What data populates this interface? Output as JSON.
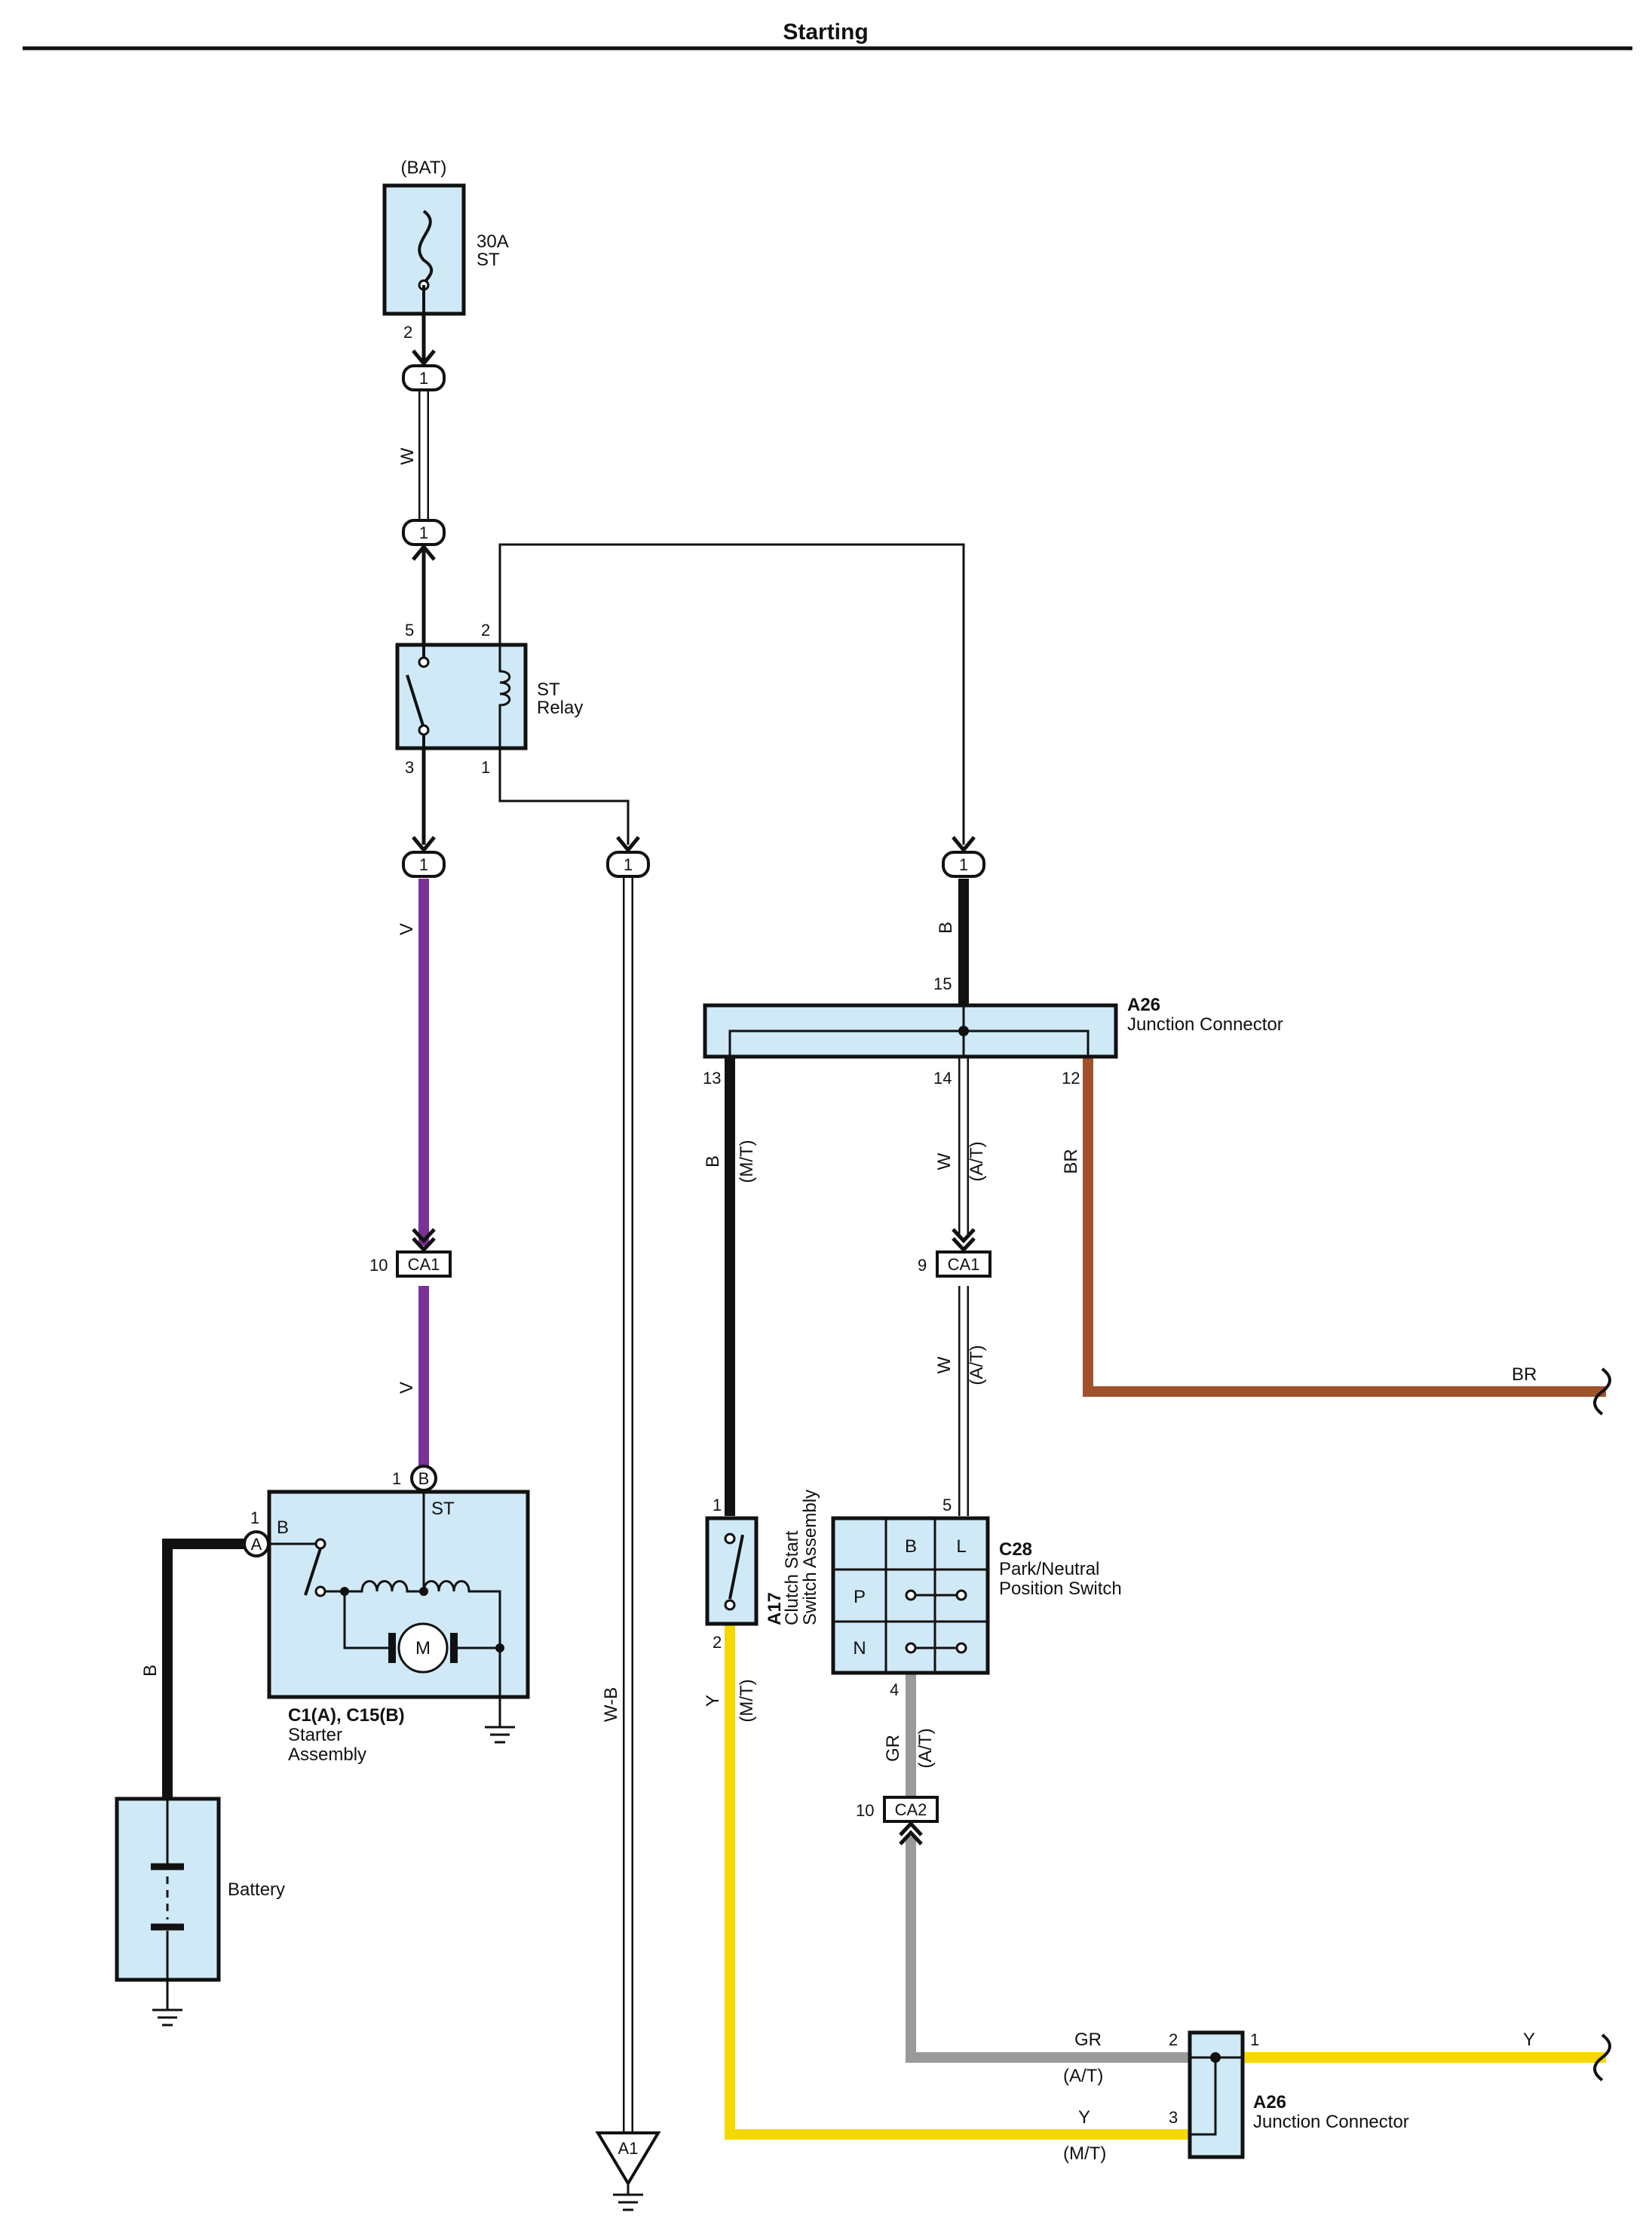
{
  "title": "Starting",
  "colors": {
    "W": "#ffffff",
    "B": "#111111",
    "V": "#7b3296",
    "BR": "#a0522d",
    "Y": "#f5d800",
    "GR": "#9a9a9a",
    "component_fill": "#cfe9f7"
  },
  "labels": {
    "bat": "(BAT)",
    "fuse_rating": "30A",
    "fuse_name": "ST",
    "relay_name_1": "ST",
    "relay_name_2": "Relay",
    "a26_code": "A26",
    "a26_name": "Junction Connector",
    "c28_code": "C28",
    "c28_name_1": "Park/Neutral",
    "c28_name_2": "Position Switch",
    "a17_code": "A17",
    "a17_name_1": "Clutch Start",
    "a17_name_2": "Switch Assembly",
    "starter_code": "C1(A), C15(B)",
    "starter_name_1": "Starter",
    "starter_name_2": "Assembly",
    "battery_name": "Battery",
    "a26b_code": "A26",
    "a26b_name": "Junction Connector",
    "ground_a1": "A1",
    "motor": "M",
    "starter_b": "B",
    "starter_st": "ST",
    "sw_b": "B",
    "sw_l": "L",
    "sw_p": "P",
    "sw_n": "N",
    "conn_a": "A",
    "conn_b": "B"
  },
  "connectors": {
    "ca1": "CA1",
    "ca2": "CA2",
    "one": "1"
  },
  "wires": {
    "w": "W",
    "v": "V",
    "b": "B",
    "wb": "W-B",
    "br": "BR",
    "y": "Y",
    "gr": "GR",
    "mt": "(M/T)",
    "at": "(A/T)"
  },
  "pins": {
    "p1": "1",
    "p2": "2",
    "p3": "3",
    "p4": "4",
    "p5": "5",
    "p9": "9",
    "p10": "10",
    "p12": "12",
    "p13": "13",
    "p14": "14",
    "p15": "15"
  }
}
